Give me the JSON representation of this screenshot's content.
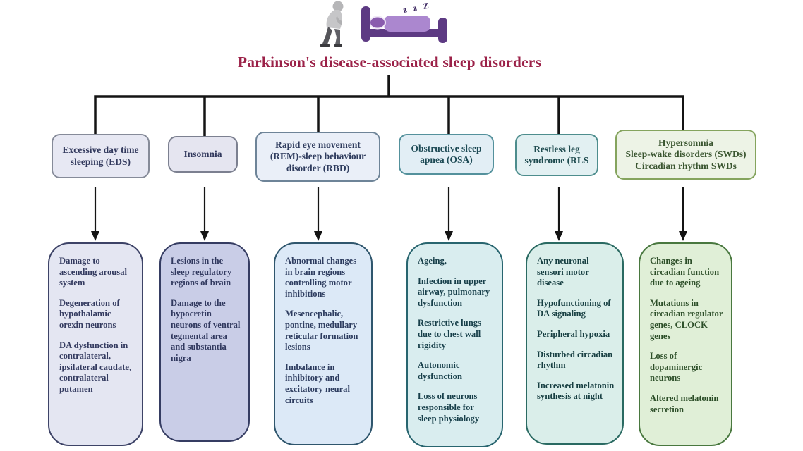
{
  "title": "Parkinson's disease-associated sleep disorders",
  "hero": {
    "zzz": "z z Z"
  },
  "palette": {
    "title_color": "#9b2148",
    "connector_color": "#141414",
    "bed_purple_dark": "#5d3a83",
    "bed_purple_light": "#ab87cf",
    "pillow_purple": "#8a5cae",
    "person_gray": "#b6b6b8"
  },
  "columns": [
    {
      "id": "eds",
      "header": "Excessive day time sleeping (EDS)",
      "header_fill": "#e7e8f3",
      "header_border": "#868b99",
      "detail_fill": "#e4e6f2",
      "detail_border": "#3d4367",
      "details": [
        "Damage to ascending arousal system",
        "Degeneration of hypothalamic orexin neurons",
        "DA dysfunction in contralateral, ipsilateral caudate, contralateral putamen"
      ]
    },
    {
      "id": "insomnia",
      "header": "Insomnia",
      "header_fill": "#e5e5f0",
      "header_border": "#7c8090",
      "detail_fill": "#c9cde7",
      "detail_border": "#353c62",
      "details": [
        "Lesions in the sleep regulatory regions of brain",
        "Damage to the hypocretin neurons of ventral tegmental area and substantia nigra"
      ]
    },
    {
      "id": "rbd",
      "header": "Rapid eye movement (REM)-sleep behaviour disorder (RBD)",
      "header_fill": "#eaeff8",
      "header_border": "#6e8498",
      "detail_fill": "#dce9f7",
      "detail_border": "#2f566d",
      "details": [
        "Abnormal changes in brain regions controlling motor inhibitions",
        "Mesencephalic, pontine, medullary reticular formation lesions",
        "Imbalance in inhibitory and excitatory neural circuits"
      ]
    },
    {
      "id": "osa",
      "header": "Obstructive sleep apnea (OSA)",
      "header_fill": "#e2eef5",
      "header_border": "#54919c",
      "detail_fill": "#d9edef",
      "detail_border": "#28656f",
      "details": [
        "Ageing,",
        "Infection in upper airway, pulmonary dysfunction",
        "Restrictive lungs due to chest wall rigidity",
        "Autonomic dysfunction",
        "Loss of neurons responsible for sleep physiology"
      ]
    },
    {
      "id": "rls",
      "header": "Restless leg syndrome (RLS",
      "header_fill": "#e2f0f2",
      "header_border": "#4d8d8d",
      "detail_fill": "#daeeea",
      "detail_border": "#2a6a62",
      "details": [
        "Any neuronal sensori motor disease",
        "Hypofunctioning of DA signaling",
        "Peripheral hypoxia",
        "Disturbed circadian rhythm",
        "Increased melatonin synthesis at night"
      ]
    },
    {
      "id": "swd",
      "header": "Hypersomnia\nSleep-wake disorders (SWDs)\nCircadian rhythm SWDs",
      "header_fill": "#edf3e6",
      "header_border": "#85a45e",
      "detail_fill": "#e0efd7",
      "detail_border": "#49783f",
      "details": [
        "Changes in circadian function due to ageing",
        "Mutations in circadian regulator genes, CLOCK genes",
        "Loss of dopaminergic neurons",
        "Altered melatonin secretion"
      ]
    }
  ]
}
